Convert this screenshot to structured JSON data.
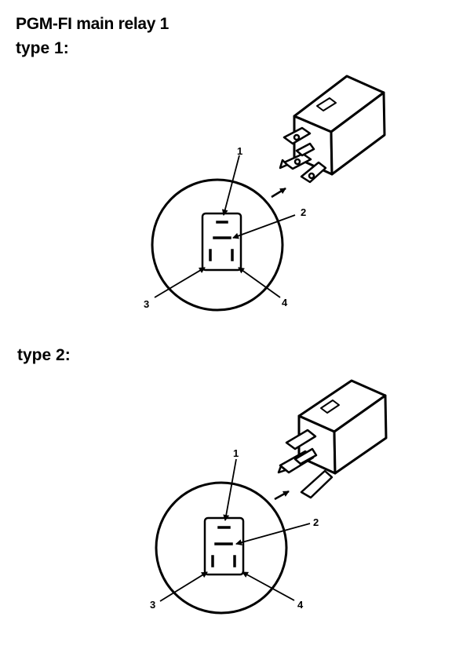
{
  "title": "PGM-FI main relay 1",
  "types": [
    {
      "label": "type 1:",
      "pin_labels": [
        "1",
        "2",
        "3",
        "4"
      ]
    },
    {
      "label": "type 2:",
      "pin_labels": [
        "1",
        "2",
        "3",
        "4"
      ]
    }
  ]
}
